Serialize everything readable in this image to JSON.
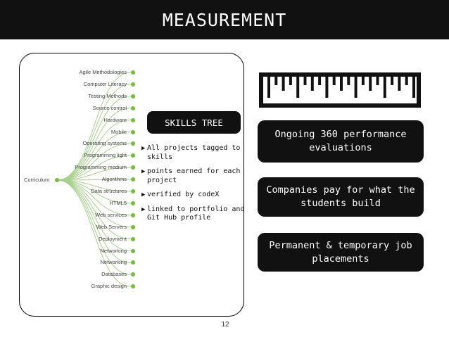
{
  "header": {
    "title": "MEASUREMENT"
  },
  "tree": {
    "root": "Curriculum",
    "leaves": [
      "Agile Methodologies",
      "Computer Literacy",
      "Testing Methods",
      "Source control",
      "Hardware",
      "Mobile",
      "Operating systems",
      "Programming light",
      "Programming medium",
      "Algorithms",
      "Data structures",
      "HTML5",
      "Web services",
      "Web Servers",
      "Deployment",
      "Networking",
      "Networking",
      "Databases",
      "Graphic design"
    ],
    "branch_color": "#a8d08d",
    "dot_color": "#6fbf3a"
  },
  "skills": {
    "badge": "SKILLS TREE",
    "bullets": [
      "All projects tagged to skills",
      "points earned for each project",
      "verified by codeX",
      "linked to portfolio and Git Hub profile"
    ]
  },
  "cards": [
    "Ongoing 360 performance evaluations",
    "Companies pay for what the students build",
    "Permanent & temporary job placements"
  ],
  "page_number": "12"
}
